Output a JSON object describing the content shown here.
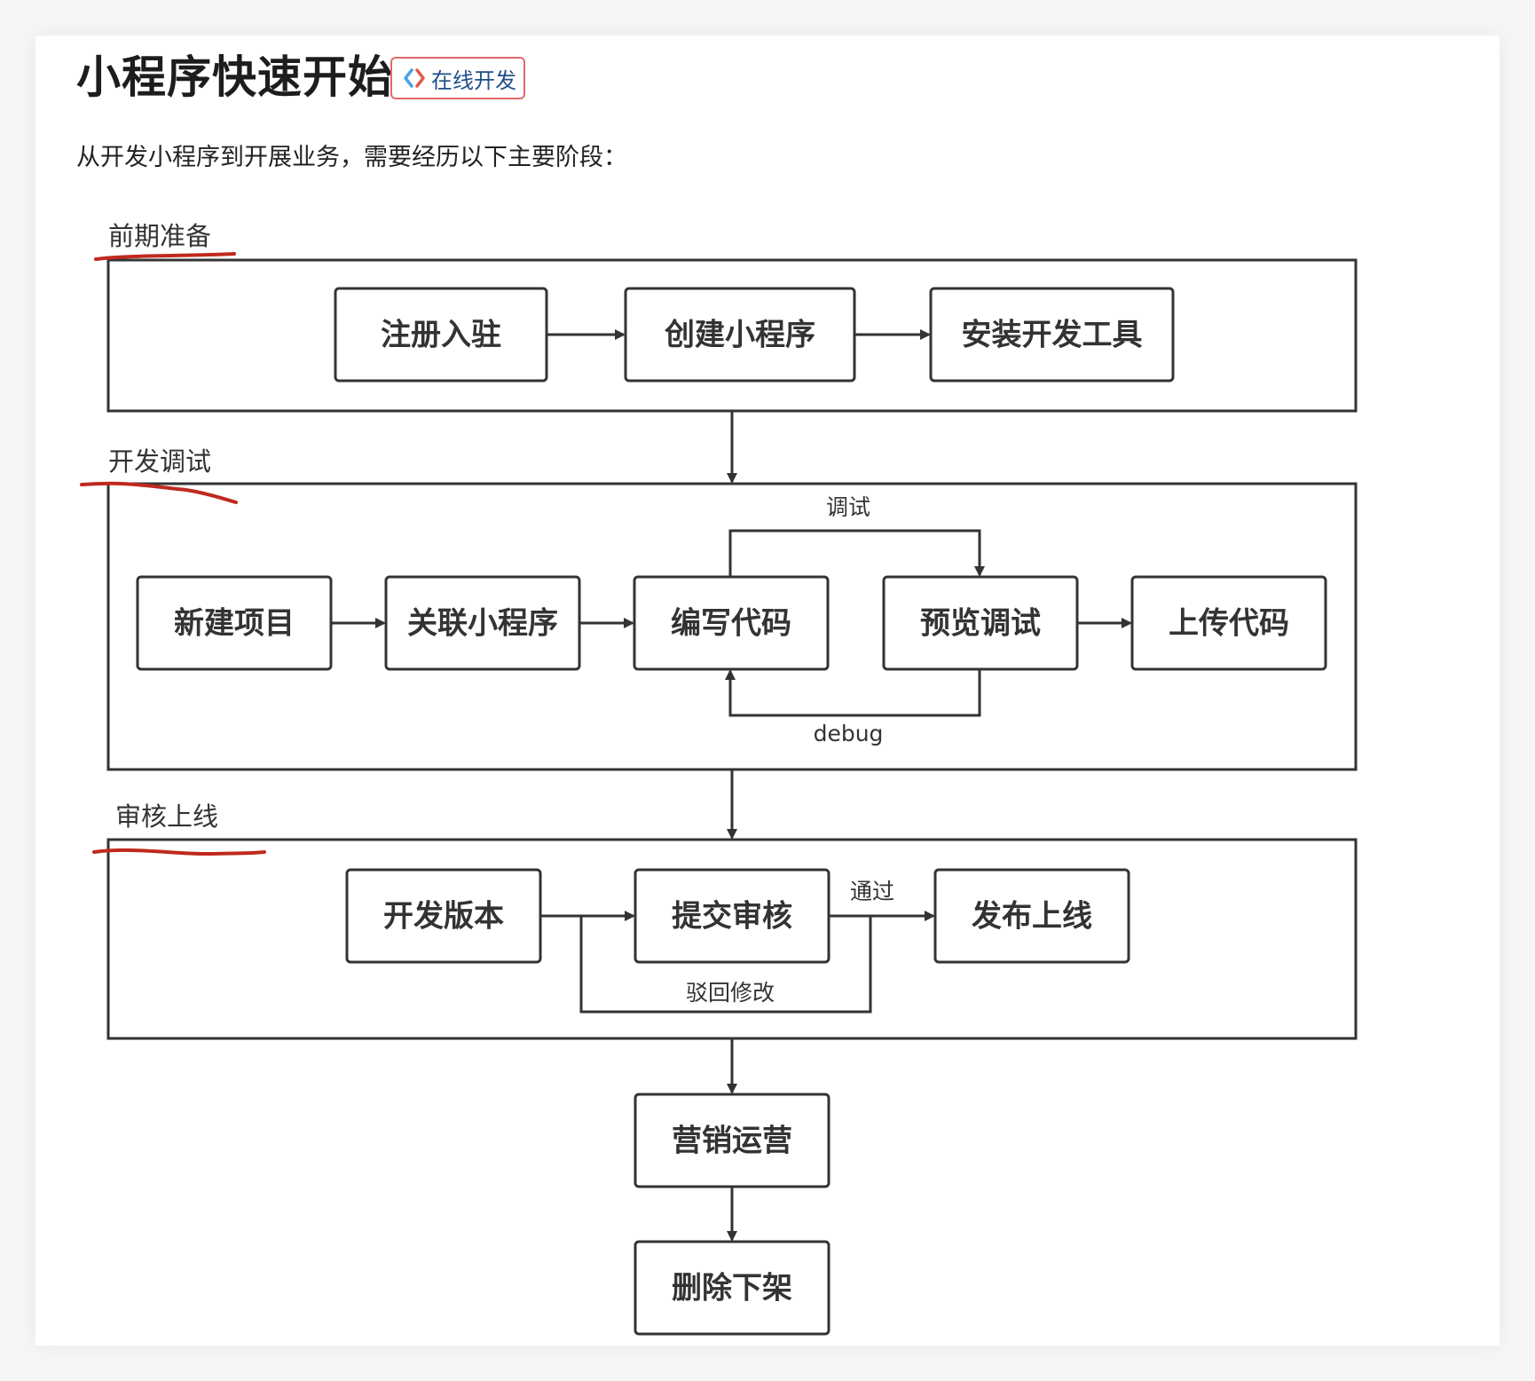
{
  "page": {
    "title": "小程序快速开始",
    "badge_label": "在线开发",
    "badge_icon": "code-brackets-icon",
    "intro": "从开发小程序到开展业务，需要经历以下主要阶段："
  },
  "colors": {
    "annotation_underline": "#c0291e",
    "box_stroke": "#333333",
    "badge_border": "#e06a6a",
    "badge_text": "#1f4f8a"
  },
  "diagram": {
    "stages": [
      {
        "id": "prepare",
        "label": "前期准备"
      },
      {
        "id": "develop",
        "label": "开发调试"
      },
      {
        "id": "review",
        "label": "审核上线"
      }
    ],
    "nodes": [
      {
        "id": "register",
        "stage": "prepare",
        "label": "注册入驻"
      },
      {
        "id": "create",
        "stage": "prepare",
        "label": "创建小程序"
      },
      {
        "id": "install",
        "stage": "prepare",
        "label": "安装开发工具"
      },
      {
        "id": "new-project",
        "stage": "develop",
        "label": "新建项目"
      },
      {
        "id": "link",
        "stage": "develop",
        "label": "关联小程序"
      },
      {
        "id": "code",
        "stage": "develop",
        "label": "编写代码"
      },
      {
        "id": "preview",
        "stage": "develop",
        "label": "预览调试"
      },
      {
        "id": "upload",
        "stage": "develop",
        "label": "上传代码"
      },
      {
        "id": "dev-version",
        "stage": "review",
        "label": "开发版本"
      },
      {
        "id": "submit",
        "stage": "review",
        "label": "提交审核"
      },
      {
        "id": "publish",
        "stage": "review",
        "label": "发布上线"
      },
      {
        "id": "marketing",
        "stage": "",
        "label": "营销运营"
      },
      {
        "id": "delist",
        "stage": "",
        "label": "删除下架"
      }
    ],
    "edges": [
      {
        "from": "register",
        "to": "create",
        "label": ""
      },
      {
        "from": "create",
        "to": "install",
        "label": ""
      },
      {
        "from": "prepare",
        "to": "develop",
        "label": ""
      },
      {
        "from": "new-project",
        "to": "link",
        "label": ""
      },
      {
        "from": "link",
        "to": "code",
        "label": ""
      },
      {
        "from": "code",
        "to": "preview",
        "label": "调试"
      },
      {
        "from": "preview",
        "to": "code",
        "label": "debug"
      },
      {
        "from": "preview",
        "to": "upload",
        "label": ""
      },
      {
        "from": "develop",
        "to": "review",
        "label": ""
      },
      {
        "from": "dev-version",
        "to": "submit",
        "label": ""
      },
      {
        "from": "submit",
        "to": "publish",
        "label": "通过"
      },
      {
        "from": "submit",
        "to": "submit",
        "label": "驳回修改"
      },
      {
        "from": "review",
        "to": "marketing",
        "label": ""
      },
      {
        "from": "marketing",
        "to": "delist",
        "label": ""
      }
    ]
  }
}
